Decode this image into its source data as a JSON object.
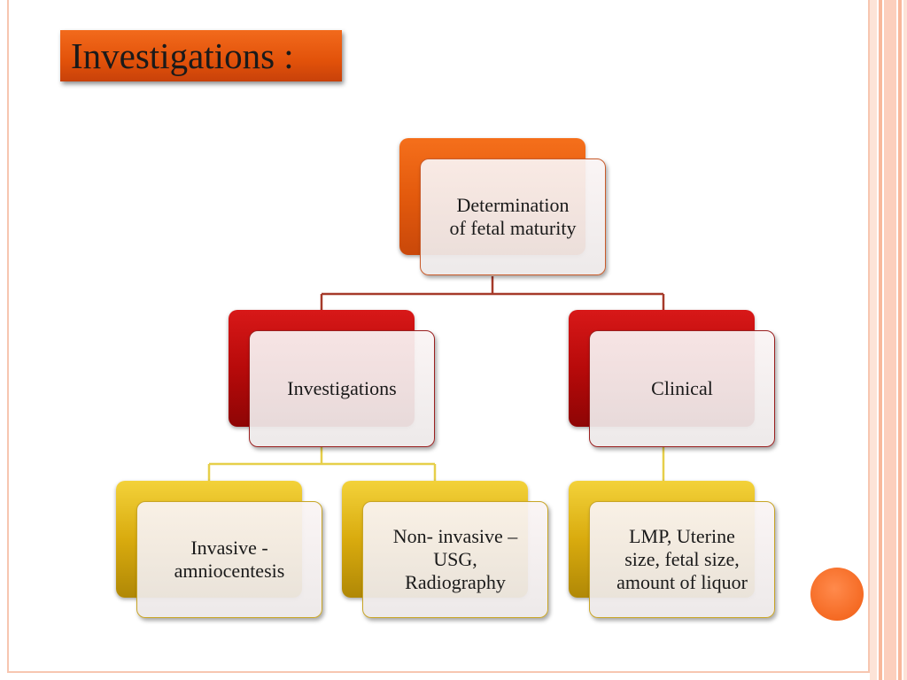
{
  "title": "Investigations :",
  "colors": {
    "title_bg": "#e2520a",
    "level1": "#e35a0d",
    "level2": "#b70a0a",
    "level3": "#d9ab0e",
    "accent_circle": "#f56a23",
    "frame": "#f7c6b0"
  },
  "diagram": {
    "root": "Determination\nof fetal maturity",
    "investigations": "Investigations",
    "clinical": "Clinical",
    "invasive": "Invasive -\namniocentesis",
    "noninvasive": "Non- invasive –\nUSG,\nRadiography",
    "lmp": "LMP, Uterine\nsize, fetal size,\namount of liquor"
  }
}
